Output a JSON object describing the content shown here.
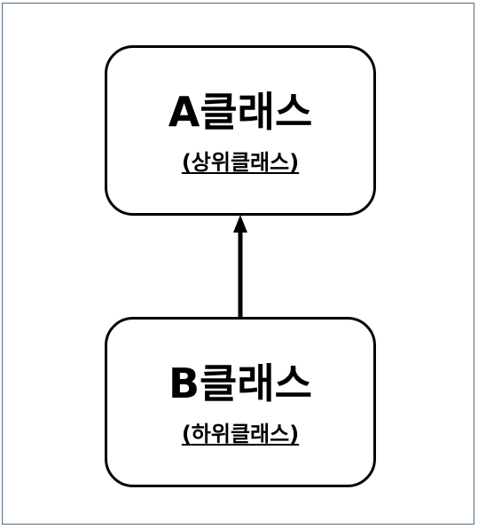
{
  "classes": {
    "a": {
      "title": "A클래스",
      "subtitle": "(상위클래스)"
    },
    "b": {
      "title": "B클래스",
      "subtitle": "(하위클래스)"
    }
  },
  "colors": {
    "stroke": "#000000",
    "frame_border": "#556b7f",
    "background": "#ffffff"
  }
}
